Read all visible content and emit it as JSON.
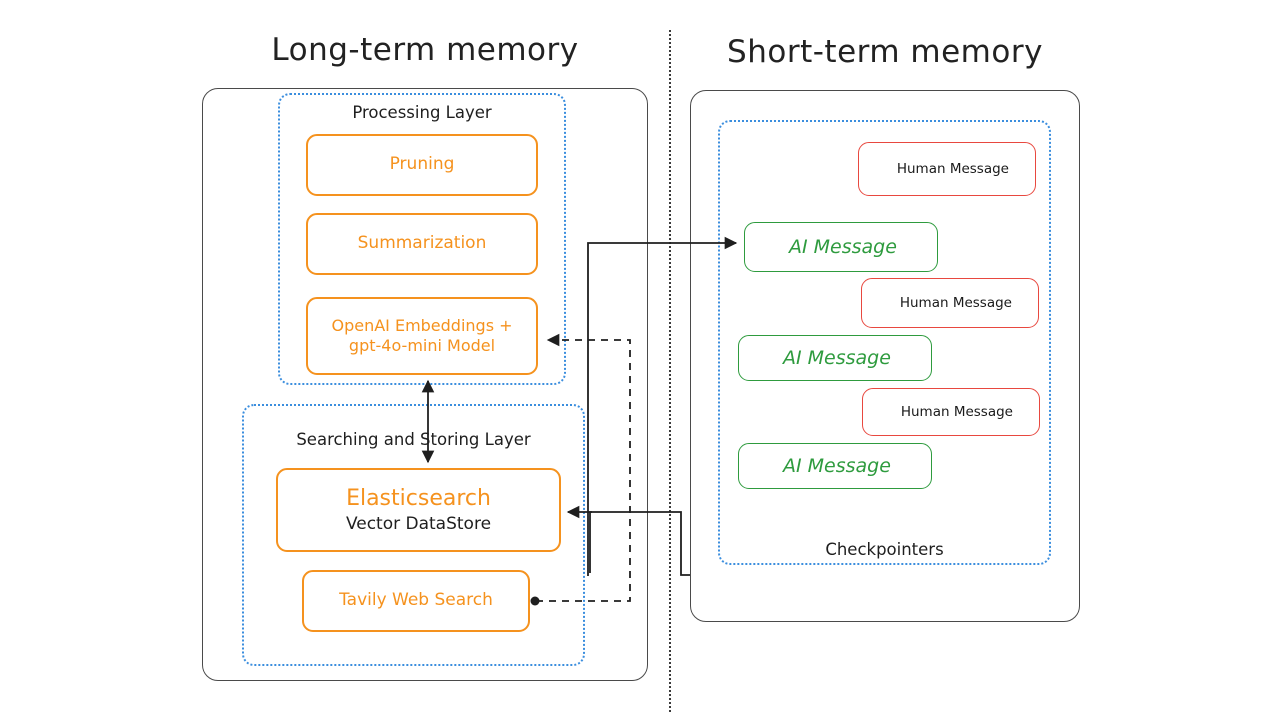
{
  "diagram": {
    "type": "architecture-diagram",
    "background_color": "#ffffff",
    "sections": {
      "long_term": {
        "title": "Long-term memory"
      },
      "short_term": {
        "title": "Short-term memory"
      }
    },
    "groups": {
      "processing": {
        "label": "Processing Layer",
        "border_color": "#3b8ede",
        "border_style": "dotted"
      },
      "searching": {
        "label": "Searching and Storing Layer",
        "border_color": "#3b8ede",
        "border_style": "dotted"
      },
      "checkpointers": {
        "label": "Checkpointers",
        "border_color": "#3b8ede",
        "border_style": "dotted"
      }
    },
    "nodes": {
      "pruning": {
        "label": "Pruning",
        "color": "#f5921e"
      },
      "summarization": {
        "label": "Summarization",
        "color": "#f5921e"
      },
      "embeddings": {
        "label": "OpenAI Embeddings +\ngpt-4o-mini Model",
        "color": "#f5921e"
      },
      "elasticsearch": {
        "label": "Elasticsearch",
        "sublabel": "Vector DataStore",
        "color": "#f5921e",
        "sublabel_color": "#1f1f1f"
      },
      "tavily": {
        "label": "Tavily Web Search",
        "color": "#f5921e"
      }
    },
    "messages": [
      {
        "id": "msg-h1",
        "label": "Human Message",
        "kind": "human",
        "color": "#e8483f"
      },
      {
        "id": "msg-a1",
        "label": "AI Message",
        "kind": "ai",
        "color": "#2e9b3e"
      },
      {
        "id": "msg-h2",
        "label": "Human Message",
        "kind": "human",
        "color": "#e8483f"
      },
      {
        "id": "msg-a2",
        "label": "AI Message",
        "kind": "ai",
        "color": "#2e9b3e"
      },
      {
        "id": "msg-h3",
        "label": "Human Message",
        "kind": "human",
        "color": "#e8483f"
      },
      {
        "id": "msg-a3",
        "label": "AI Message",
        "kind": "ai",
        "color": "#2e9b3e"
      }
    ],
    "connectors": [
      {
        "name": "embeddings-to-elasticsearch",
        "style": "solid",
        "arrows": "both",
        "orientation": "vertical"
      },
      {
        "name": "embeddings-inbound-dashed",
        "style": "dashed",
        "arrows": "end",
        "target": "embeddings"
      },
      {
        "name": "to-ai-message-1",
        "style": "solid",
        "arrows": "end",
        "target": "msg-a1"
      },
      {
        "name": "checkpointers-to-elasticsearch",
        "style": "solid",
        "arrows": "end",
        "target": "elasticsearch"
      },
      {
        "name": "tavily-dashed-out",
        "style": "dashed",
        "arrows": "none",
        "source": "tavily",
        "endpoint_dot": true
      }
    ],
    "divider": {
      "style": "dotted",
      "orientation": "vertical",
      "color": "#3a3a3a"
    }
  }
}
